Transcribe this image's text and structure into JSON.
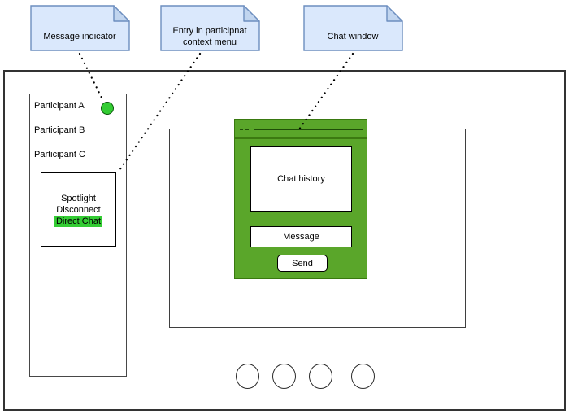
{
  "notes": [
    {
      "label": "Message indicator"
    },
    {
      "label": "Entry in participnat context menu"
    },
    {
      "label": "Chat window"
    }
  ],
  "main_window": {
    "participants": [
      {
        "name": "Participant A",
        "has_message_indicator": true
      },
      {
        "name": "Participant B",
        "has_message_indicator": false
      },
      {
        "name": "Participant C",
        "has_message_indicator": false
      }
    ],
    "context_menu": {
      "items": [
        {
          "label": "Spotlight",
          "highlighted": false
        },
        {
          "label": "Disconnect",
          "highlighted": false
        },
        {
          "label": "Direct Chat",
          "highlighted": true
        }
      ]
    },
    "chat_window": {
      "history_placeholder": "Chat history",
      "message_placeholder": "Message",
      "send_button": "Send"
    },
    "circle_count": 4
  },
  "colors": {
    "note-fill": "#dae8fc",
    "note-fold": "#c1d5ef",
    "note-border": "#6c8ebf",
    "chat-green": "#5aa62a",
    "chat-green-dark": "#3c7a11",
    "indicator-green": "#33cc33",
    "highlight-green": "#33cc33"
  }
}
